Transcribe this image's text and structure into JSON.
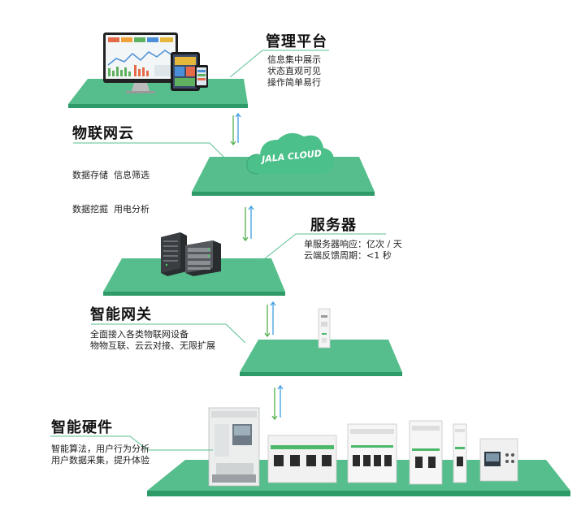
{
  "layers": [
    {
      "title": "管理平台",
      "lines": [
        "信息集中展示",
        "状态直观可见",
        "操作简单易行"
      ]
    },
    {
      "title": "物联网云",
      "lines": [
        "数据存储  信息筛选",
        "数据挖掘  用电分析"
      ]
    },
    {
      "title": "服务器",
      "lines": [
        "单服务器响应：亿次 / 天",
        "云端反馈周期：<1 秒"
      ]
    },
    {
      "title": "智能网关",
      "lines": [
        "全面接入各类物联网设备",
        "物物互联、云云对接、无限扩展"
      ]
    },
    {
      "title": "智能硬件",
      "lines": [
        "智能算法，用户行为分析",
        "用户数据采集，提升体验"
      ]
    }
  ],
  "cloud_label": "JALA CLOUD",
  "colors": {
    "platform_top": "#4fb888",
    "platform_side": "#2e9a68",
    "platform_edge": "#3aa674",
    "arrow_green": "#55b04e",
    "arrow_blue": "#3f9ee0",
    "cloud": "#4cc08a",
    "leader_line": "#5bbf8f"
  }
}
